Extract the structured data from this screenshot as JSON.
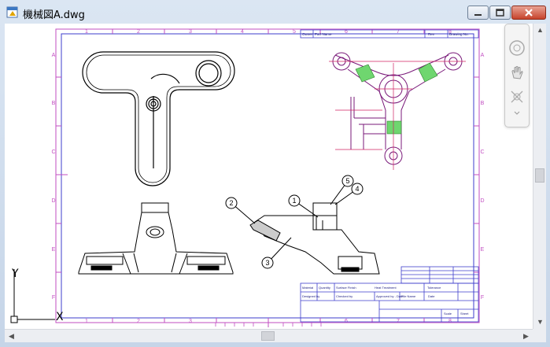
{
  "window": {
    "title": "機械図A.dwg",
    "icon": "autocad-dwg-icon"
  },
  "controls": {
    "minimize": "minimize-icon",
    "maximize": "maximize-icon",
    "close": "close-icon"
  },
  "drawing": {
    "grid_columns": [
      "1",
      "2",
      "3",
      "4",
      "5",
      "6",
      "7",
      "8"
    ],
    "grid_rows": [
      "A",
      "B",
      "C",
      "D",
      "E",
      "F"
    ],
    "title_block_top": [
      "Owner",
      "Part Name",
      "Rev",
      "Drawing No."
    ],
    "title_block_bottom": [
      "Material",
      "Quantity",
      "Surface Finish",
      "Heat Treatment",
      "Tolerance",
      "Designed by",
      "Checked by",
      "Approved by - Date",
      "File Name",
      "Date",
      "Scale",
      "Sheet"
    ],
    "balloons": [
      "1",
      "2",
      "3",
      "4",
      "5"
    ],
    "ucs": {
      "x": "X",
      "y": "Y"
    }
  },
  "navbar": {
    "items": [
      "steering-wheel-icon",
      "pan-hand-icon",
      "zoom-extents-icon"
    ]
  }
}
